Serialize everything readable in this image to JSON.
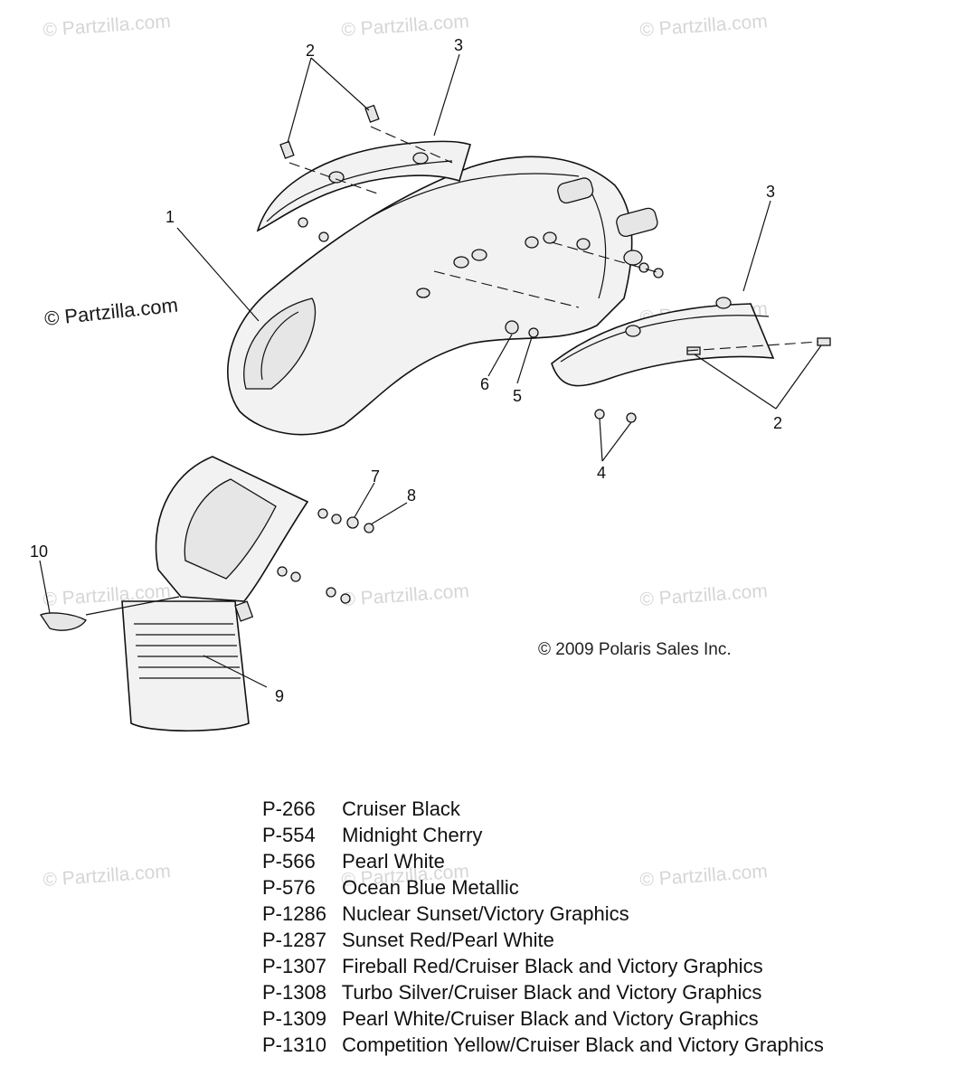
{
  "watermark": "© Partzilla.com",
  "partzilla_label": "© Partzilla.com",
  "copyright": "© 2009 Polaris Sales Inc.",
  "callouts": {
    "c1": "1",
    "c2a": "2",
    "c2b": "2",
    "c3a": "3",
    "c3b": "3",
    "c4": "4",
    "c5": "5",
    "c6": "6",
    "c7": "7",
    "c8": "8",
    "c9": "9",
    "c10": "10"
  },
  "paint_codes": [
    {
      "code": "P-266",
      "name": "Cruiser Black"
    },
    {
      "code": "P-554",
      "name": "Midnight Cherry"
    },
    {
      "code": "P-566",
      "name": "Pearl White"
    },
    {
      "code": "P-576",
      "name": "Ocean Blue Metallic"
    },
    {
      "code": "P-1286",
      "name": "Nuclear Sunset/Victory Graphics"
    },
    {
      "code": "P-1287",
      "name": "Sunset Red/Pearl White"
    },
    {
      "code": "P-1307",
      "name": "Fireball Red/Cruiser Black and Victory Graphics"
    },
    {
      "code": "P-1308",
      "name": "Turbo Silver/Cruiser Black and Victory Graphics"
    },
    {
      "code": "P-1309",
      "name": "Pearl White/Cruiser Black and Victory Graphics"
    },
    {
      "code": "P-1310",
      "name": "Competition Yellow/Cruiser Black and Victory Graphics"
    }
  ]
}
